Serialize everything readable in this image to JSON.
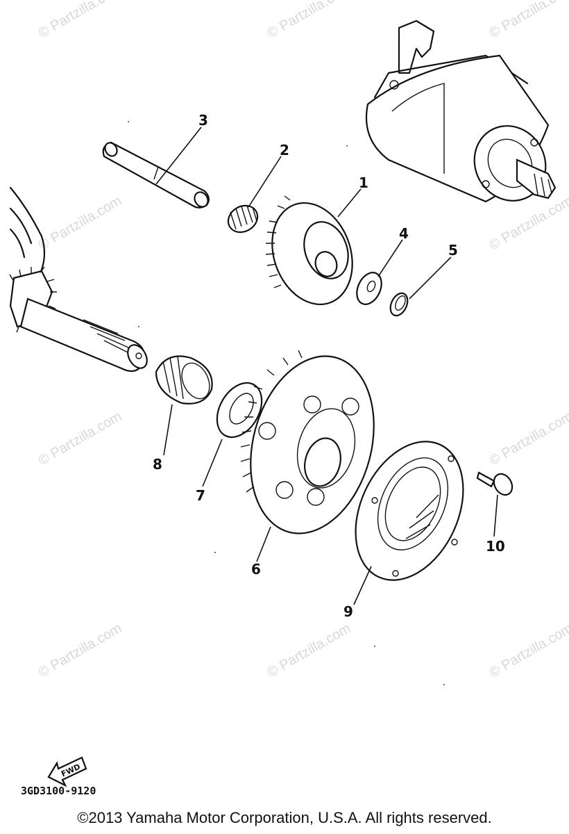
{
  "watermark": "© Partzilla.com",
  "watermark_positions": [
    [
      60,
      55,
      -30
    ],
    [
      390,
      55,
      -30
    ],
    [
      710,
      55,
      -30
    ],
    [
      60,
      360,
      -30
    ],
    [
      710,
      360,
      -30
    ],
    [
      60,
      670,
      -30
    ],
    [
      380,
      670,
      -30
    ],
    [
      710,
      670,
      -30
    ],
    [
      60,
      975,
      -30
    ],
    [
      390,
      975,
      -30
    ],
    [
      710,
      975,
      -30
    ]
  ],
  "callouts": [
    "1",
    "2",
    "3",
    "4",
    "5",
    "6",
    "7",
    "8",
    "9",
    "10"
  ],
  "fwd_label": "FWD",
  "diagram_code": "3GD3100-9120",
  "copyright": "©2013 Yamaha Motor Corporation, U.S.A. All rights reserved."
}
